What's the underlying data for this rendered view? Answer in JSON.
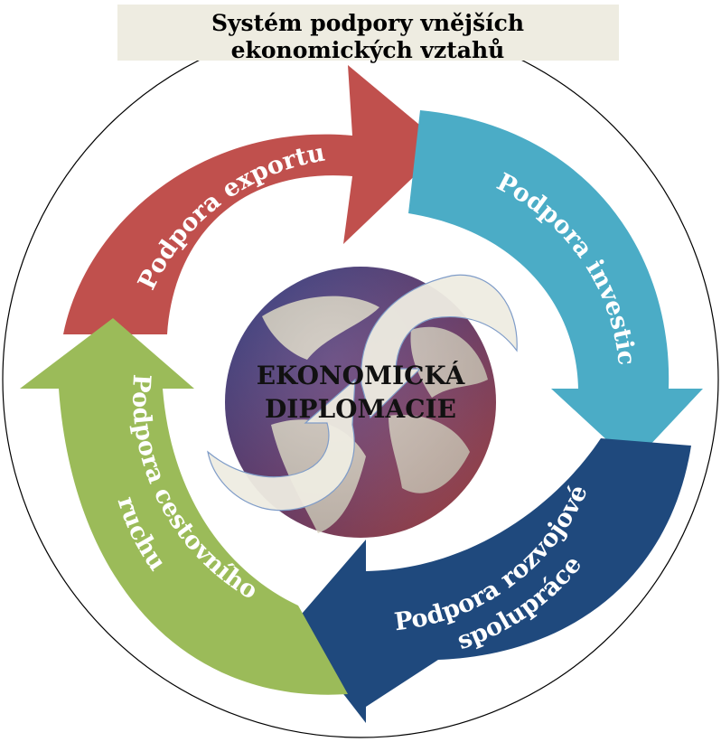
{
  "title": {
    "line1": "Systém podpory vnějších",
    "line2": "ekonomických vztahů"
  },
  "center": {
    "line1": "EKONOMICKÁ",
    "line2": "DIPLOMACIE"
  },
  "segments": [
    {
      "id": "export",
      "lines": [
        "Podpora exportu"
      ],
      "color": "#c0504d"
    },
    {
      "id": "investice",
      "lines": [
        "Podpora investic"
      ],
      "color": "#4bacc6"
    },
    {
      "id": "rozvoj",
      "lines": [
        "Podpora rozvojové",
        "spolupráce"
      ],
      "color": "#1f497d"
    },
    {
      "id": "cestovni",
      "lines": [
        "Podpora cestovního",
        "ruchu"
      ],
      "color": "#9bbb59"
    }
  ],
  "colors": {
    "title_box": "#eeece1",
    "globe_ocean_dark": "#3c3d7a",
    "globe_ocean_red": "#c0504d",
    "globe_land": "#ddd7c6",
    "center_arrows": "#eeece1"
  }
}
